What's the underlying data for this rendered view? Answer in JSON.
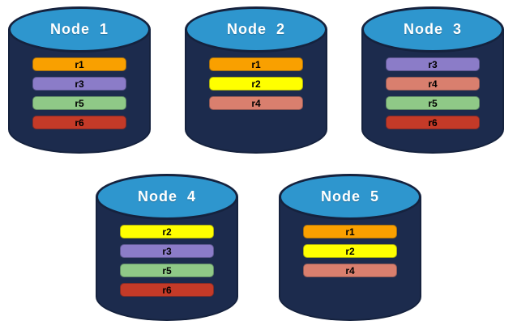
{
  "diagram": {
    "background": "#FFFFFF",
    "cylinder": {
      "top_color": "#2E96CE",
      "body_color": "#1C2B4D",
      "outline_color": "#15223E",
      "label_color": "#FFFFFF"
    },
    "replica_text_color": "#000000",
    "replica_palette": {
      "r1": "#F9A000",
      "r2": "#FFFF00",
      "r3": "#8B7CC8",
      "r4": "#D97F6E",
      "r5": "#8FC987",
      "r6": "#C43A28"
    },
    "rows": [
      {
        "nodes": [
          {
            "id": "node-1",
            "label": "Node  1",
            "replicas": [
              "r1",
              "r3",
              "r5",
              "r6"
            ]
          },
          {
            "id": "node-2",
            "label": "Node  2",
            "replicas": [
              "r1",
              "r2",
              "r4"
            ]
          },
          {
            "id": "node-3",
            "label": "Node  3",
            "replicas": [
              "r3",
              "r4",
              "r5",
              "r6"
            ]
          }
        ]
      },
      {
        "nodes": [
          {
            "id": "node-4",
            "label": "Node  4",
            "replicas": [
              "r2",
              "r3",
              "r5",
              "r6"
            ]
          },
          {
            "id": "node-5",
            "label": "Node  5",
            "replicas": [
              "r1",
              "r2",
              "r4"
            ]
          }
        ]
      }
    ]
  }
}
